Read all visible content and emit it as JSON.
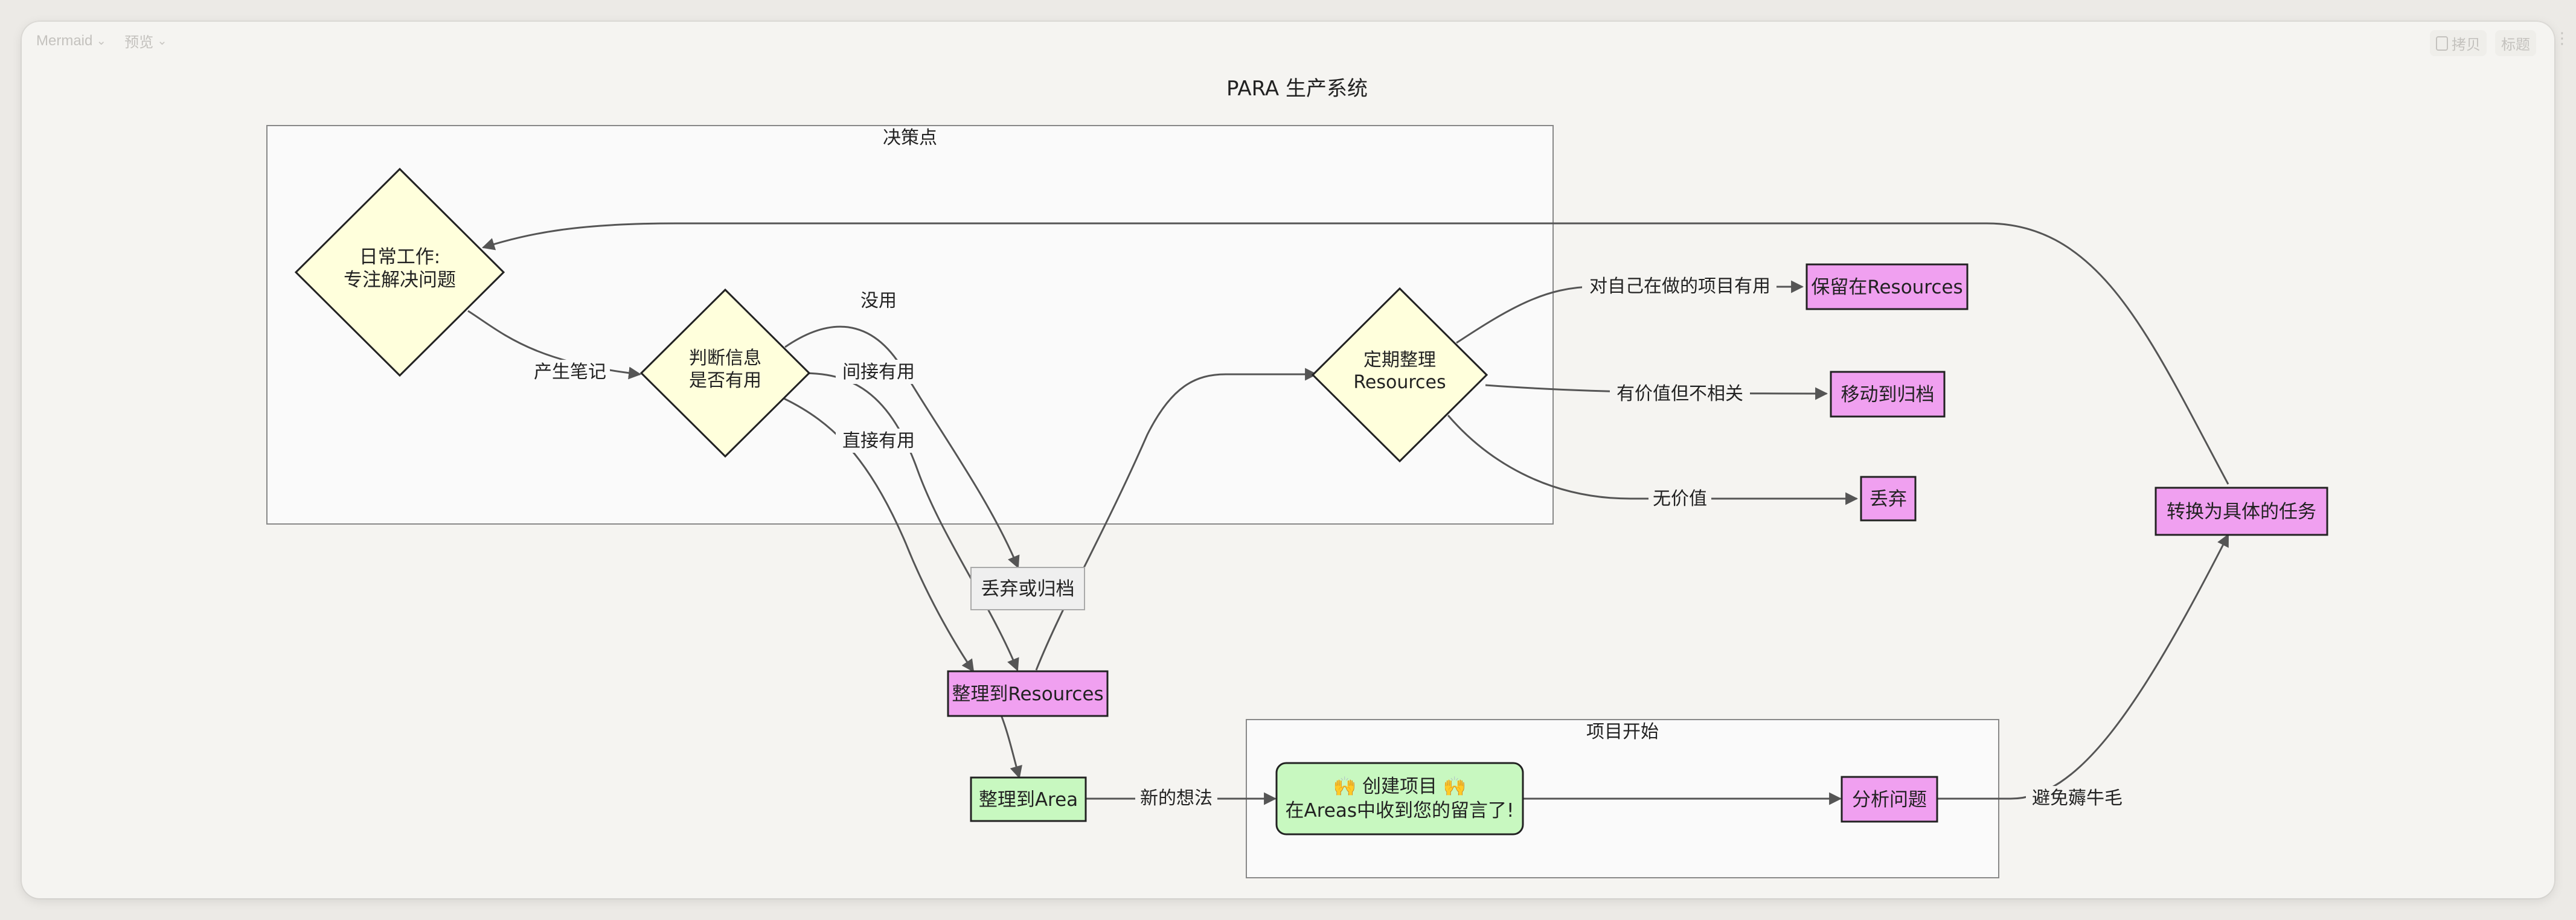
{
  "toolbar": {
    "mode_label": "Mermaid",
    "preview_label": "预览",
    "copy_label": "拷贝",
    "title_label": "标题",
    "more_icon": "more-icon"
  },
  "diagram": {
    "title": "PARA 生产系统",
    "subgraphs": {
      "decision": "决策点",
      "project_start": "项目开始"
    },
    "nodes": {
      "daily_work": [
        "日常工作:",
        "专注解决问题"
      ],
      "judge": [
        "判断信息",
        "是否有用"
      ],
      "discard_archive": "丢弃或归档",
      "to_resources": "整理到Resources",
      "to_area": "整理到Area",
      "periodic": [
        "定期整理",
        "Resources"
      ],
      "keep_resources": "保留在Resources",
      "move_archive": "移动到归档",
      "discard": "丢弃",
      "convert_task": "转换为具体的任务",
      "create_project": [
        "🙌 创建项目 🙌",
        "在Areas中收到您的留言了!"
      ],
      "analyze": "分析问题"
    },
    "edges": {
      "produce_notes": "产生笔记",
      "useless": "没用",
      "indirect": "间接有用",
      "direct": "直接有用",
      "useful_for_project": "对自己在做的项目有用",
      "valuable_unrelated": "有价值但不相关",
      "worthless": "无价值",
      "new_idea": "新的想法",
      "avoid_yak": "避免薅牛毛"
    },
    "colors": {
      "diamond_fill": "#ffffdc",
      "pink_fill": "#f0a0f0",
      "green_fill": "#c8f8c0",
      "gray_fill": "#efefef",
      "subgraph_fill": "#fafafa",
      "edge": "#555555"
    }
  }
}
